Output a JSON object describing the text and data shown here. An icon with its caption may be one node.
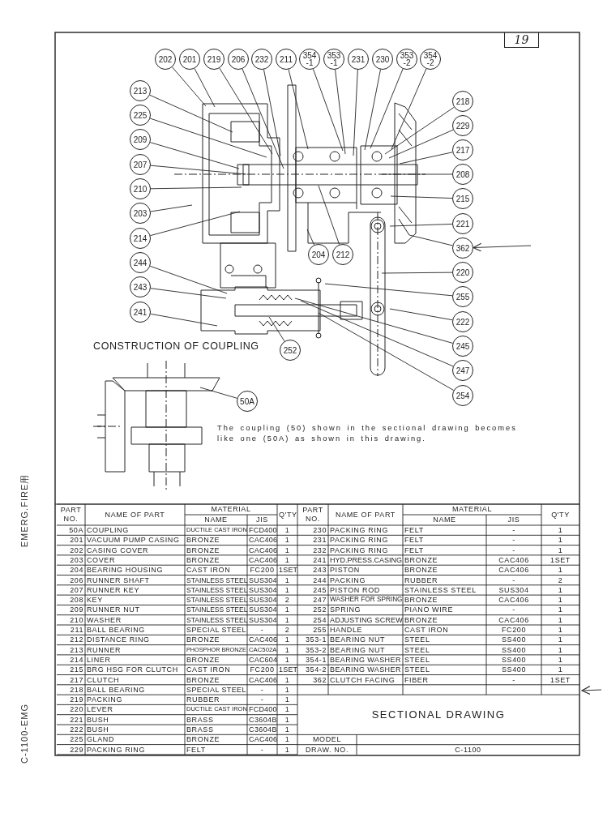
{
  "diagram": {
    "nodes": [
      {
        "text": [
          "202"
        ]
      },
      {
        "text": [
          "201"
        ]
      },
      {
        "text": [
          "219"
        ]
      },
      {
        "text": [
          "206"
        ]
      },
      {
        "text": [
          "232"
        ]
      },
      {
        "text": [
          "211"
        ]
      },
      {
        "text": [
          "354 -1"
        ]
      },
      {
        "text": [
          "353 -1"
        ]
      },
      {
        "text": [
          "231"
        ]
      },
      {
        "text": [
          "230"
        ]
      },
      {
        "text": [
          "353 -2"
        ]
      },
      {
        "text": [
          "354 -2"
        ]
      },
      {
        "text": [
          "213"
        ]
      },
      {
        "text": [
          "225"
        ]
      },
      {
        "text": [
          "209"
        ]
      },
      {
        "text": [
          "207"
        ]
      },
      {
        "text": [
          "210"
        ]
      },
      {
        "text": [
          "203"
        ]
      },
      {
        "text": [
          "214"
        ]
      },
      {
        "text": [
          "244"
        ]
      },
      {
        "text": [
          "243"
        ]
      },
      {
        "text": [
          "241"
        ]
      },
      {
        "text": [
          "218"
        ]
      },
      {
        "text": [
          "229"
        ]
      },
      {
        "text": [
          "217"
        ]
      },
      {
        "text": [
          "208"
        ]
      },
      {
        "text": [
          "215"
        ]
      },
      {
        "text": [
          "221"
        ]
      },
      {
        "text": [
          "362"
        ]
      },
      {
        "text": [
          "220"
        ]
      },
      {
        "text": [
          "255"
        ]
      },
      {
        "text": [
          "222"
        ]
      },
      {
        "text": [
          "245"
        ]
      },
      {
        "text": [
          "247"
        ]
      },
      {
        "text": [
          "254"
        ]
      },
      {
        "text": [
          "204"
        ]
      },
      {
        "text": [
          "212"
        ]
      },
      {
        "text": [
          "252"
        ]
      },
      {
        "text": [
          "50A"
        ]
      }
    ],
    "edges": [
      {
        "from": 0,
        "to": null,
        "arrow": "none"
      },
      {
        "from": 1,
        "to": null,
        "arrow": "none"
      },
      {
        "from": 2,
        "to": null,
        "arrow": "none"
      },
      {
        "from": 3,
        "to": null,
        "arrow": "none"
      },
      {
        "from": 4,
        "to": null,
        "arrow": "none"
      },
      {
        "from": 5,
        "to": null,
        "arrow": "none"
      },
      {
        "from": 6,
        "to": null,
        "arrow": "none"
      },
      {
        "from": 7,
        "to": null,
        "arrow": "none"
      },
      {
        "from": 8,
        "to": null,
        "arrow": "none"
      },
      {
        "from": 9,
        "to": null,
        "arrow": "none"
      },
      {
        "from": 10,
        "to": null,
        "arrow": "none"
      },
      {
        "from": 11,
        "to": null,
        "arrow": "none"
      },
      {
        "from": 12,
        "to": null,
        "arrow": "none"
      },
      {
        "from": 13,
        "to": null,
        "arrow": "none"
      },
      {
        "from": 14,
        "to": null,
        "arrow": "none"
      },
      {
        "from": 15,
        "to": null,
        "arrow": "none"
      },
      {
        "from": 16,
        "to": null,
        "arrow": "none"
      },
      {
        "from": 17,
        "to": null,
        "arrow": "none"
      },
      {
        "from": 18,
        "to": null,
        "arrow": "none"
      },
      {
        "from": 19,
        "to": null,
        "arrow": "none"
      },
      {
        "from": 20,
        "to": null,
        "arrow": "none"
      },
      {
        "from": 21,
        "to": null,
        "arrow": "none"
      },
      {
        "from": 22,
        "to": null,
        "arrow": "none"
      },
      {
        "from": 23,
        "to": null,
        "arrow": "none"
      },
      {
        "from": 24,
        "to": null,
        "arrow": "none"
      },
      {
        "from": 25,
        "to": null,
        "arrow": "none"
      },
      {
        "from": 26,
        "to": null,
        "arrow": "none"
      },
      {
        "from": 27,
        "to": null,
        "arrow": "none"
      },
      {
        "from": 28,
        "to": null,
        "arrow": "none"
      },
      {
        "from": 29,
        "to": null,
        "arrow": "none"
      },
      {
        "from": 30,
        "to": null,
        "arrow": "none"
      },
      {
        "from": 31,
        "to": null,
        "arrow": "none"
      },
      {
        "from": 32,
        "to": null,
        "arrow": "none"
      },
      {
        "from": 33,
        "to": null,
        "arrow": "none"
      },
      {
        "from": 34,
        "to": null,
        "arrow": "none"
      },
      {
        "from": 35,
        "to": null,
        "arrow": "none"
      },
      {
        "from": 36,
        "to": null,
        "arrow": "none"
      },
      {
        "from": 37,
        "to": null,
        "arrow": "none"
      },
      {
        "from": 38,
        "to": null,
        "arrow": "none"
      },
      {
        "from": null,
        "to": 28,
        "arrow": "to"
      }
    ],
    "labels": [
      "19",
      "CONSTRUCTION OF COUPLING",
      "The coupling (50) shown in the sectional drawing becomes like one (50A) as shown in this drawing.",
      "PART NO.",
      "NAME OF PART",
      "MATERIAL",
      "NAME",
      "JIS",
      "Q'TY",
      "PART NO.",
      "NAME OF PART",
      "MATERIAL",
      "NAME",
      "JIS",
      "Q'TY",
      "50A",
      "COUPLING",
      "DUCTILE CAST IRON",
      "FCD400",
      "1",
      "230",
      "PACKING RING",
      "FELT",
      "-",
      "1",
      "201",
      "VACUUM PUMP CASING",
      "BRONZE",
      "CAC406",
      "1",
      "231",
      "PACKING RING",
      "FELT",
      "-",
      "1",
      "202",
      "CASING COVER",
      "BRONZE",
      "CAC406",
      "1",
      "232",
      "PACKING RING",
      "FELT",
      "-",
      "1",
      "203",
      "COVER",
      "BRONZE",
      "CAC406",
      "1",
      "241",
      "HYD.PRESS.CASING",
      "BRONZE",
      "CAC406",
      "1SET",
      "204",
      "BEARING HOUSING",
      "CAST IRON",
      "FC200",
      "1SET",
      "243",
      "PISTON",
      "BRONZE",
      "CAC406",
      "1",
      "206",
      "RUNNER SHAFT",
      "STAINLESS STEEL",
      "SUS304",
      "1",
      "244",
      "PACKING",
      "RUBBER",
      "-",
      "2",
      "207",
      "RUNNER KEY",
      "STAINLESS STEEL",
      "SUS304",
      "1",
      "245",
      "PISTON ROD",
      "STAINLESS STEEL",
      "SUS304",
      "1",
      "208",
      "KEY",
      "STAINLESS STEEL",
      "SUS304",
      "2",
      "247",
      "WASHER FOR SPRING",
      "BRONZE",
      "CAC406",
      "1",
      "209",
      "RUNNER NUT",
      "STAINLESS STEEL",
      "SUS304",
      "1",
      "252",
      "SPRING",
      "PIANO WIRE",
      "-",
      "1",
      "210",
      "WASHER",
      "STAINLESS STEEL",
      "SUS304",
      "1",
      "254",
      "ADJUSTING SCREW",
      "BRONZE",
      "CAC406",
      "1",
      "211",
      "BALL BEARING",
      "SPECIAL STEEL",
      "-",
      "2",
      "255",
      "HANDLE",
      "CAST IRON",
      "FC200",
      "1",
      "212",
      "DISTANCE RING",
      "BRONZE",
      "CAC406",
      "1",
      "353-1",
      "BEARING NUT",
      "STEEL",
      "SS400",
      "1",
      "213",
      "RUNNER",
      "PHOSPHOR BRONZE",
      "CAC502A",
      "1",
      "353-2",
      "BEARING NUT",
      "STEEL",
      "SS400",
      "1",
      "214",
      "LINER",
      "BRONZE",
      "CAC604",
      "1",
      "354-1",
      "BEARING WASHER",
      "STEEL",
      "SS400",
      "1",
      "215",
      "BRG HSG FOR CLUTCH",
      "CAST IRON",
      "FC200",
      "1SET",
      "354-2",
      "BEARING WASHER",
      "STEEL",
      "SS400",
      "1",
      "217",
      "CLUTCH",
      "BRONZE",
      "CAC406",
      "1",
      "362",
      "CLUTCH FACING",
      "FIBER",
      "-",
      "1SET",
      "218",
      "BALL BEARING",
      "SPECIAL STEEL",
      "-",
      "1",
      "219",
      "PACKING",
      "RUBBER",
      "-",
      "1",
      "220",
      "LEVER",
      "DUCTILE CAST IRON",
      "FCD400",
      "1",
      "221",
      "BUSH",
      "BRASS",
      "C3604B",
      "1",
      "222",
      "BUSH",
      "BRASS",
      "C3604B",
      "1",
      "225",
      "GLAND",
      "BRONZE",
      "CAC406",
      "1",
      "229",
      "PACKING RING",
      "FELT",
      "-",
      "1",
      "SECTIONAL DRAWING",
      "MODEL",
      "DRAW. NO.",
      "C-1100",
      "EMERG.FIRE用",
      "C-1100-EMG"
    ]
  }
}
